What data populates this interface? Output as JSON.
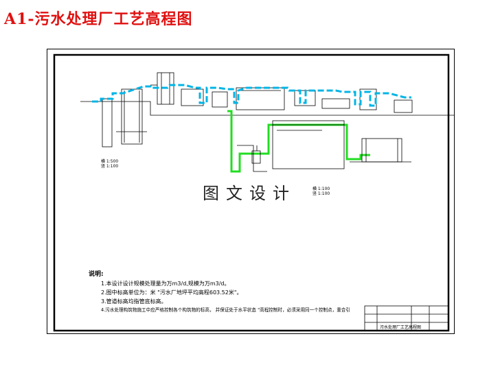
{
  "page_title": "A1-污水处理厂工艺高程图",
  "watermark": "图文设计",
  "scale_left": [
    "横 1:500",
    "竖 1:100"
  ],
  "scale_right": [
    "横 1:100",
    "竖 1:100"
  ],
  "notes": {
    "heading": "说明:",
    "items": [
      "1.本设计设计规模处理量为万m3/d,规模为万m3/d。",
      "2.图中标高单位为：米 \"污水厂地坪平均高程603.52米\"。",
      "3.管道标高均指管底标高。",
      "4.污水处理构筑物施工中应严格控制各个构筑物的标高， 并保证处于水平状态 \"高程控制时，必须采用同一个控制点，重合引"
    ]
  },
  "title_block": {
    "drawing_name": "污水处理厂工艺高程图"
  },
  "colors": {
    "title": "#e01010",
    "cyan_pipe": "#00b4e6",
    "green_pipe": "#22dd22"
  }
}
